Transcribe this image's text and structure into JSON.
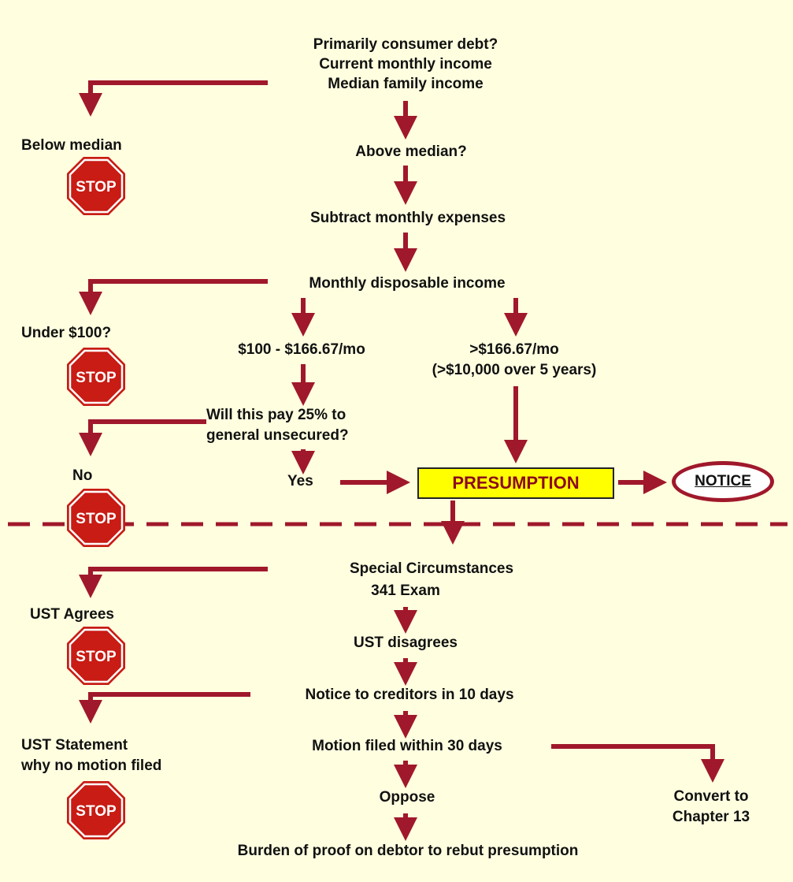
{
  "colors": {
    "background": "#ffffe0",
    "arrow": "#a0182b",
    "stop_red": "#e3241a",
    "highlight": "#ffff00"
  },
  "top": {
    "q_line1": "Primarily consumer debt?",
    "q_line2": "Current monthly income",
    "q_line3": "Median family income",
    "below_median": "Below median",
    "above_median": "Above median?",
    "subtract": "Subtract monthly expenses",
    "disposable": "Monthly disposable income",
    "under_100": "Under $100?",
    "range": "$100 - $166.67/mo",
    "over_line1": ">$166.67/mo",
    "over_line2": "(>$10,000 over 5 years)",
    "pay_line1": "Will this pay 25% to",
    "pay_line2": "general unsecured?",
    "no": "No",
    "yes": "Yes",
    "presumption": "PRESUMPTION",
    "notice": "NOTICE"
  },
  "bottom": {
    "special": "Special Circumstances",
    "exam": "341 Exam",
    "ust_agrees": "UST Agrees",
    "ust_disagrees": "UST disagrees",
    "notice_creditors": "Notice to creditors in 10 days",
    "ust_statement1": "UST Statement",
    "ust_statement2": "why no motion filed",
    "motion": "Motion filed within 30 days",
    "oppose": "Oppose",
    "convert1": "Convert to",
    "convert2": "Chapter 13",
    "burden": "Burden of proof on debtor to rebut presumption"
  },
  "stop_label": "STOP"
}
